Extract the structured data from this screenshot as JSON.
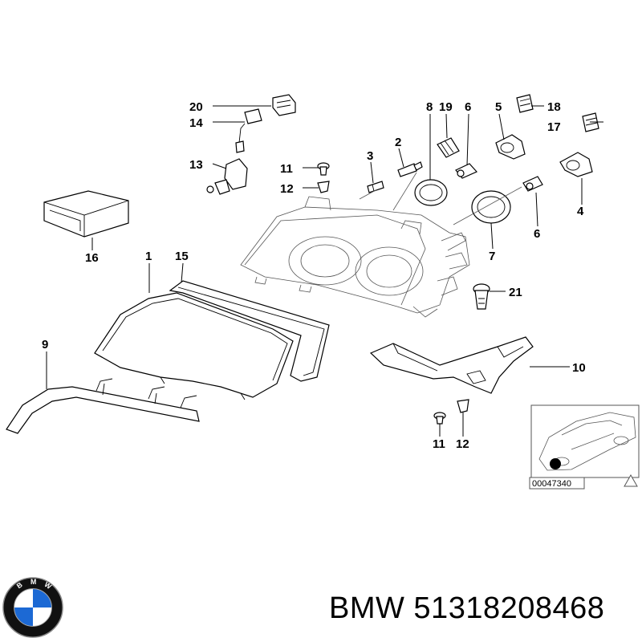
{
  "callouts": {
    "c20": "20",
    "c14": "14",
    "c13": "13",
    "c11a": "11",
    "c12a": "12",
    "c3": "3",
    "c2": "2",
    "c8": "8",
    "c19": "19",
    "c6a": "6",
    "c5": "5",
    "c18": "18",
    "c17": "17",
    "c4": "4",
    "c6b": "6",
    "c7": "7",
    "c16": "16",
    "c1": "1",
    "c15": "15",
    "c21": "21",
    "c9": "9",
    "c10": "10",
    "c11b": "11",
    "c12b": "12"
  },
  "inset": {
    "reference_number": "00047340"
  },
  "caption": {
    "text": "BMW 51318208468"
  },
  "logo": {
    "letters": "BMW",
    "colors": {
      "ring": "#111111",
      "blue": "#1c69d4",
      "white": "#ffffff"
    }
  }
}
